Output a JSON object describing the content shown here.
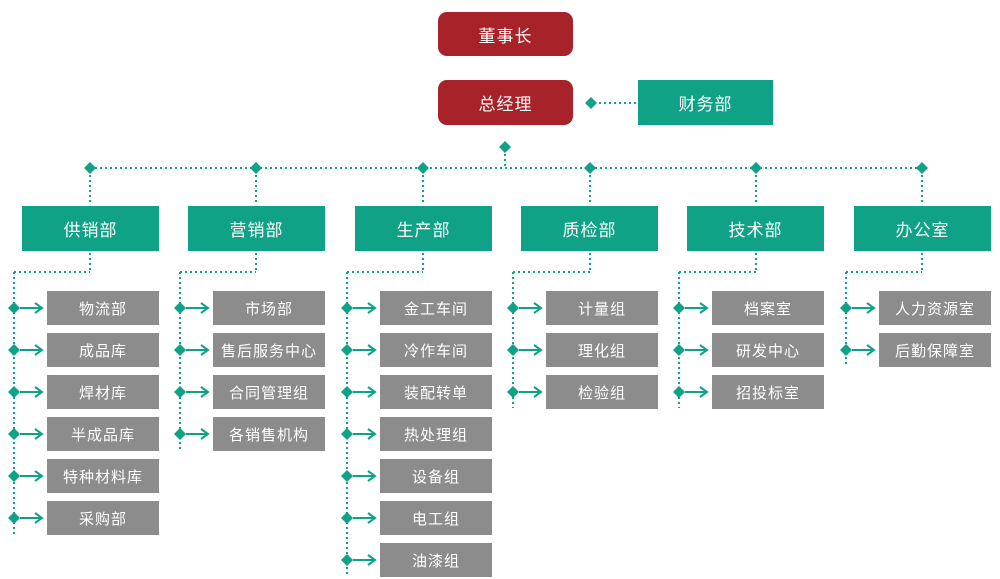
{
  "colors": {
    "red": "#A72329",
    "teal": "#0FA287",
    "gray": "#8C8C8C",
    "text": "#FFFFFF"
  },
  "top_nodes": {
    "chairman": "董事长",
    "general_manager": "总经理",
    "finance_dept": "财务部"
  },
  "departments": [
    {
      "label": "供销部",
      "children": [
        "物流部",
        "成品库",
        "焊材库",
        "半成品库",
        "特种材料库",
        "采购部"
      ]
    },
    {
      "label": "营销部",
      "children": [
        "市场部",
        "售后服务中心",
        "合同管理组",
        "各销售机构"
      ]
    },
    {
      "label": "生产部",
      "children": [
        "金工车间",
        "冷作车间",
        "装配转单",
        "热处理组",
        "设备组",
        "电工组",
        "油漆组"
      ]
    },
    {
      "label": "质检部",
      "children": [
        "计量组",
        "理化组",
        "检验组"
      ]
    },
    {
      "label": "技术部",
      "children": [
        "档案室",
        "研发中心",
        "招投标室"
      ]
    },
    {
      "label": "办公室",
      "children": [
        "人力资源室",
        "后勤保障室"
      ]
    }
  ]
}
